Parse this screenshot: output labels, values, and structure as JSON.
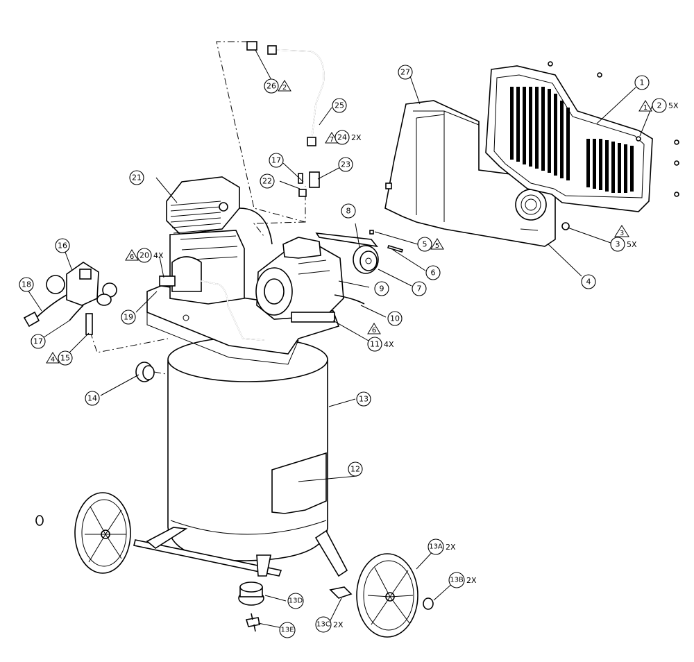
{
  "diagram": {
    "callouts": {
      "c1": "1",
      "c2": "2",
      "c3": "3",
      "c4": "4",
      "c5": "5",
      "c6": "6",
      "c7": "7",
      "c8": "8",
      "c9": "9",
      "c10": "10",
      "c11": "11",
      "c12": "12",
      "c13": "13",
      "c13a": "13A",
      "c13b": "13B",
      "c13c": "13C",
      "c13d": "13D",
      "c13e": "13E",
      "c14": "14",
      "c15": "15",
      "c16": "16",
      "c17a": "17",
      "c17b": "17",
      "c18": "18",
      "c19": "19",
      "c20": "20",
      "c21": "21",
      "c22": "22",
      "c23": "23",
      "c24": "24",
      "c25": "25",
      "c26": "26",
      "c27": "27"
    },
    "quantities": {
      "q2": "5X",
      "q3": "5X",
      "q11": "4X",
      "q13a": "2X",
      "q13b": "2X",
      "q13c": "2X",
      "q20": "4X",
      "q24": "2X"
    },
    "notes": {
      "n1": "1",
      "n2": "2",
      "n3": "3",
      "n4": "4",
      "n5": "5",
      "n6a": "6",
      "n6b": "6",
      "n7": "7"
    }
  },
  "colors": {
    "line": "#000000",
    "background": "#ffffff"
  }
}
